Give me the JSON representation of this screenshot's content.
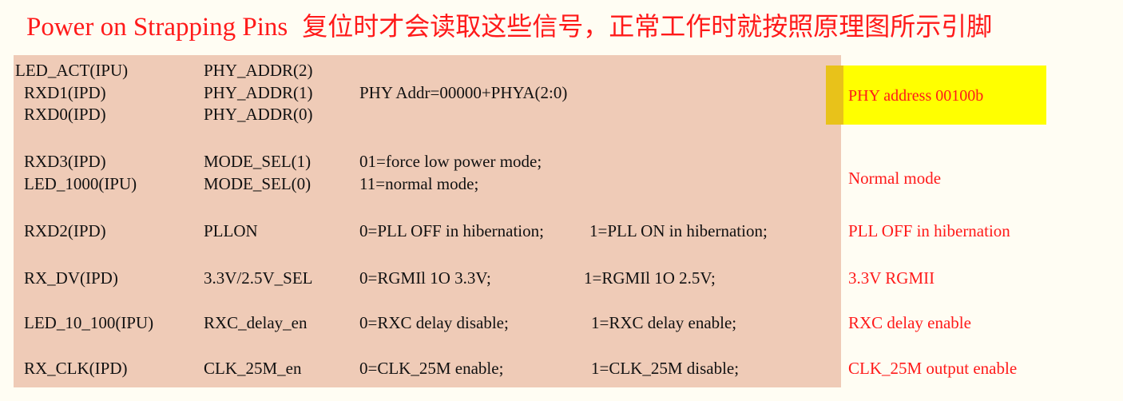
{
  "title": {
    "english": "Power on Strapping Pins",
    "chinese": "复位时才会读取这些信号，正常工作时就按照原理图所示引脚"
  },
  "rows": [
    {
      "pin": "LED_ACT(IPU)",
      "signal": "PHY_ADDR(2)"
    },
    {
      "pin": "RXD1(IPD)",
      "signal": "PHY_ADDR(1)",
      "description": "PHY Addr=00000+PHYA(2:0)"
    },
    {
      "pin": "RXD0(IPD)",
      "signal": "PHY_ADDR(0)"
    },
    {
      "pin": "RXD3(IPD)",
      "signal": "MODE_SEL(1)",
      "description": "01=force low power mode;"
    },
    {
      "pin": "LED_1000(IPU)",
      "signal": "MODE_SEL(0)",
      "description": "11=normal mode;"
    },
    {
      "pin": "RXD2(IPD)",
      "signal": "PLLON",
      "description": "0=PLL OFF in hibernation;",
      "description2": "1=PLL ON in hibernation;"
    },
    {
      "pin": "RX_DV(IPD)",
      "signal": "3.3V/2.5V_SEL",
      "description": "0=RGMIl 1O 3.3V;",
      "description2": "1=RGMIl 1O 2.5V;"
    },
    {
      "pin": "LED_10_100(IPU)",
      "signal": "RXC_delay_en",
      "description": "0=RXC delay disable;",
      "description2": "1=RXC delay enable;"
    },
    {
      "pin": "RX_CLK(IPD)",
      "signal": "CLK_25M_en",
      "description": "0=CLK_25M enable;",
      "description2": "1=CLK_25M disable;"
    }
  ],
  "notes": {
    "phy_address": "PHY address 00100b",
    "mode": "Normal mode",
    "pll": "PLL OFF in hibernation",
    "rgmii": "3.3V RGMII",
    "rxc": "RXC delay enable",
    "clk": "CLK_25M output enable"
  },
  "colors": {
    "title": "#ff1a1a",
    "table_bg": "#efcbb7",
    "highlight": "#ffff00",
    "note_text": "#ff1a1a"
  }
}
